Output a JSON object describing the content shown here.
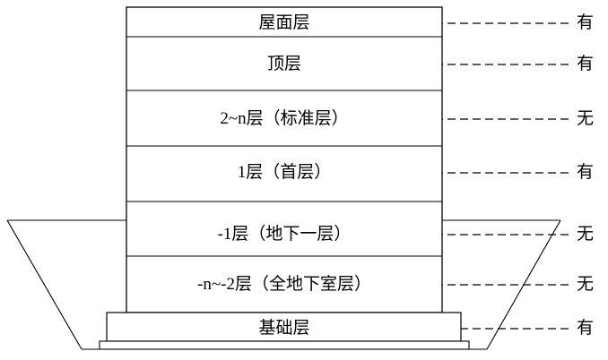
{
  "diagram": {
    "title": "building-floor-layers-schematic",
    "layers": [
      {
        "label": "屋面层",
        "flag": "有"
      },
      {
        "label": "顶层",
        "flag": "有"
      },
      {
        "label": "2~n层（标准层）",
        "flag": "无"
      },
      {
        "label": "1层（首层）",
        "flag": "有"
      },
      {
        "label": "-1层（地下一层）",
        "flag": "无"
      },
      {
        "label": "-n~-2层（全地下室层）",
        "flag": "无"
      },
      {
        "label": "基础层",
        "flag": "有"
      }
    ],
    "colors": {
      "line": "#000000",
      "background": "#ffffff"
    }
  }
}
